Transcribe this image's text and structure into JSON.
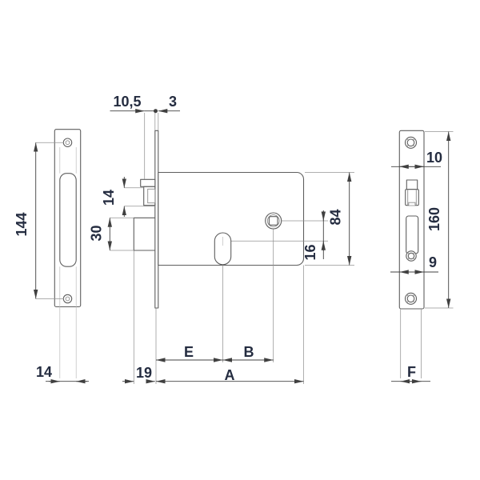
{
  "drawing": {
    "type": "mortise-lock-technical-drawing",
    "colors": {
      "background": "#ffffff",
      "edge": "#5f5f5f",
      "dimension": "#404040",
      "extension": "#949494",
      "text": "#242c40"
    },
    "views": {
      "strike_plate": {
        "dims": {
          "screw_spacing": "144",
          "slot_width": "14"
        }
      },
      "lock_side": {
        "dims": {
          "bolt_offset": "10,5",
          "plate_thickness": "3",
          "latch_height": "14",
          "front_case_height": "30",
          "case_height": "84",
          "axes_distance": "16",
          "front_case_depth": "19",
          "backset": "E",
          "axis_distance": "B",
          "case_depth": "A"
        }
      },
      "faceplate": {
        "dims": {
          "plate_height": "160",
          "top_width": "10",
          "bottom_width": "9",
          "plate_width": "F"
        }
      }
    }
  }
}
